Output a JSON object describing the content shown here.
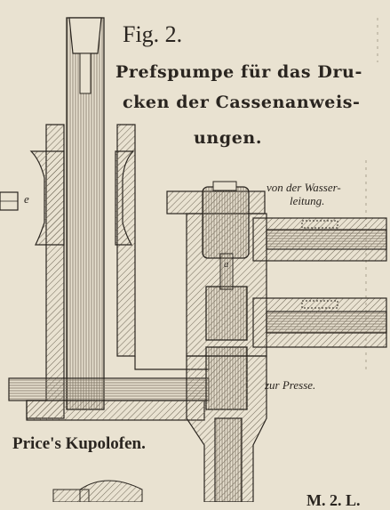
{
  "figure": {
    "label": "Fig. 2.",
    "title_lines": [
      "Prefspumpe für das Dru-",
      "cken der Cassenanweis-",
      "ungen."
    ],
    "annotations": {
      "water_inlet_line1": "von der Wasser-",
      "water_inlet_line2": "leitung.",
      "to_press": "zur Presse.",
      "letter_e": "e",
      "letter_a": "a"
    }
  },
  "other_figure": {
    "caption": "Price's Kupolofen.",
    "corner_text": "M. 2. L."
  },
  "colors": {
    "paper": "#e9e2d1",
    "ink": "#2b2620",
    "hatch": "#6f6757"
  }
}
